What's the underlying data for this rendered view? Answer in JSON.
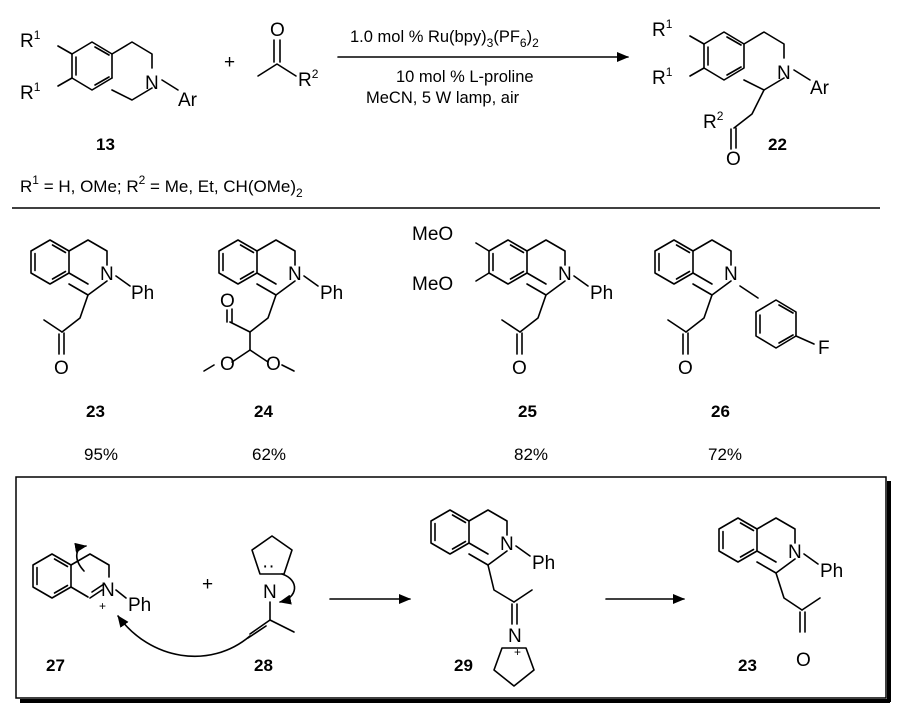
{
  "scheme": {
    "conditions": {
      "line1_prefix": "1.0 mol % Ru(bpy)",
      "line1_sub1": "3",
      "line1_mid": "(PF",
      "line1_sub2": "6",
      "line1_mid2": ")",
      "line1_sub3": "2",
      "line2": "10 mol % L-proline",
      "line3": "MeCN, 5 W lamp, air"
    },
    "reactant_label": "13",
    "product_label": "22",
    "substituents": {
      "r1_prefix": "R",
      "r1_sup": "1",
      "r1_values": " = H, OMe; ",
      "r2_prefix": "R",
      "r2_sup": "2",
      "r2_values": " = Me, Et, CH(OMe)",
      "r2_sub": "2"
    },
    "atoms": {
      "R": "R",
      "sup1": "1",
      "sup2": "2",
      "N": "N",
      "Ar": "Ar",
      "O": "O",
      "Ph": "Ph",
      "MeO": "MeO",
      "F": "F",
      "plus": "+",
      "plus_charge": "+",
      "lone_pair": "··"
    }
  },
  "products": [
    {
      "label": "23",
      "yield": "95%"
    },
    {
      "label": "24",
      "yield": "62%"
    },
    {
      "label": "25",
      "yield": "82%"
    },
    {
      "label": "26",
      "yield": "72%"
    }
  ],
  "mechanism": {
    "species": [
      {
        "label": "27"
      },
      {
        "label": "28"
      },
      {
        "label": "29"
      },
      {
        "label": "23"
      }
    ]
  }
}
